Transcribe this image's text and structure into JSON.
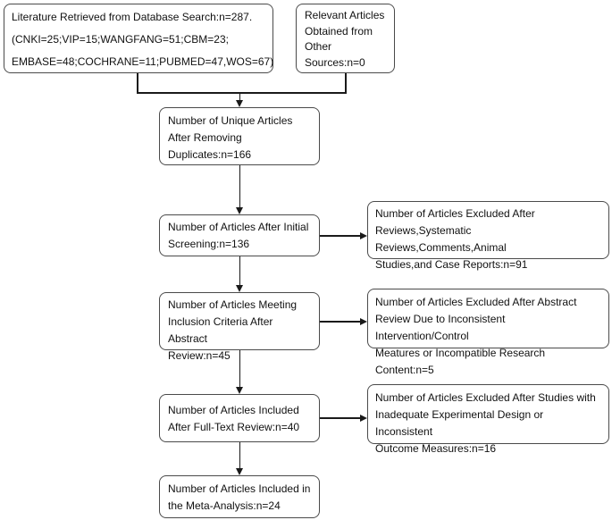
{
  "diagram": {
    "title": "Literature screening flow diagram (meta-analysis)",
    "background_color": "#ffffff",
    "box_border_color": "#4a4a4a",
    "arrow_color": "#1a1a1a",
    "nodes": {
      "database_search": {
        "text": "Literature Retrieved from Database Search:n=287.\n(CNKI=25;VIP=15;WANGFANG=51;CBM=23;\nEMBASE=48;COCHRANE=11;PUBMED=47,WOS=67)",
        "n": 287
      },
      "other_sources": {
        "text": "Relevant Articles\nObtained from\nOther\nSources:n=0",
        "n": 0
      },
      "unique_articles": {
        "text": "Number of Unique Articles\nAfter Removing\nDuplicates:n=166",
        "n": 166
      },
      "initial_screening": {
        "text": "Number of Articles After Initial\nScreening:n=136",
        "n": 136
      },
      "excluded_after_screening": {
        "text": "Number of Articles Excluded After\nReviews,Systematic Reviews,Comments,Animal\nStudies,and Case Reports:n=91",
        "n": 91
      },
      "abstract_review": {
        "text": "Number of Articles Meeting\nInclusion Criteria After Abstract\nReview:n=45",
        "n": 45
      },
      "excluded_after_abstract": {
        "text": "Number of Articles Excluded After Abstract\nReview Due to Inconsistent Intervention/Control\nMeatures or Incompatible Research Content:n=5",
        "n": 5
      },
      "full_text_review": {
        "text": "Number of Articles Included\nAfter Full-Text Review:n=40",
        "n": 40
      },
      "excluded_after_fulltext": {
        "text": "Number of Articles Excluded After Studies with\nInadequate Experimental Design or Inconsistent\nOutcome Measures:n=16",
        "n": 16
      },
      "meta_analysis": {
        "text": "Number of Articles Included in\nthe Meta-Analysis:n=24",
        "n": 24
      }
    }
  }
}
